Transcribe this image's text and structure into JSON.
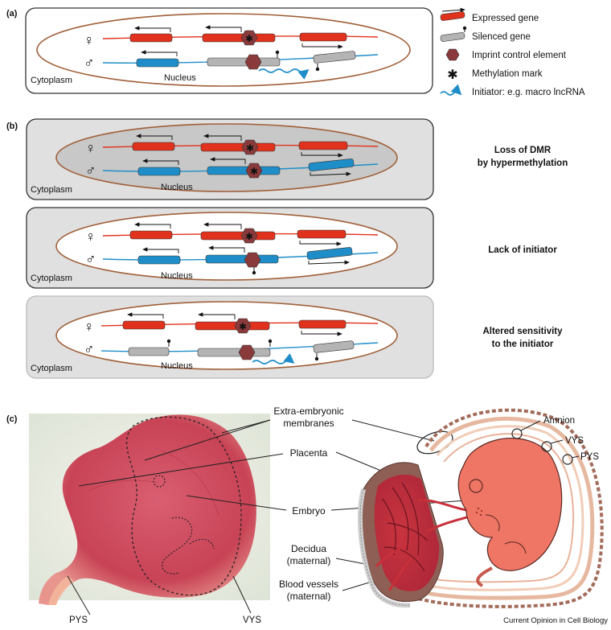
{
  "panels": {
    "a": "(a)",
    "b": "(b)",
    "c": "(c)"
  },
  "cell_labels": {
    "cytoplasm": "Cytoplasm",
    "nucleus": "Nucleus",
    "female_symbol": "♀",
    "male_symbol": "♂"
  },
  "legend": {
    "expressed_gene": "Expressed gene",
    "silenced_gene": "Silenced gene",
    "imprint_control_element": "Imprint control element",
    "methylation_mark": "Methylation mark",
    "initiator": "Initiator: e.g. macro lncRNA"
  },
  "scenarios": {
    "loss_dmr_line1": "Loss of DMR",
    "loss_dmr_line2": "by hypermethylation",
    "lack_initiator": "Lack of initiator",
    "altered_line1": "Altered sensitivity",
    "altered_line2": "to the initiator"
  },
  "embryo_labels": {
    "extra_embryonic_1": "Extra-embryonic",
    "extra_embryonic_2": "membranes",
    "placenta": "Placenta",
    "embryo": "Embryo",
    "decidua_1": "Decidua",
    "decidua_2": "(maternal)",
    "blood_vessels_1": "Blood vessels",
    "blood_vessels_2": "(maternal)",
    "pys_photo": "PYS",
    "vys_photo": "VYS",
    "amnion": "Amnion",
    "vys": "VYS",
    "pys": "PYS"
  },
  "credit": "Current Opinion in Cell Biology",
  "colors": {
    "expressed": "#e0321c",
    "paternal": "#1f8ec8",
    "silenced": "#b4b4b4",
    "ice": "#8a3a3a",
    "membrane": "#a0603a",
    "panel_b_bg": "#e0e0e0",
    "embryo": "#ef7565"
  }
}
